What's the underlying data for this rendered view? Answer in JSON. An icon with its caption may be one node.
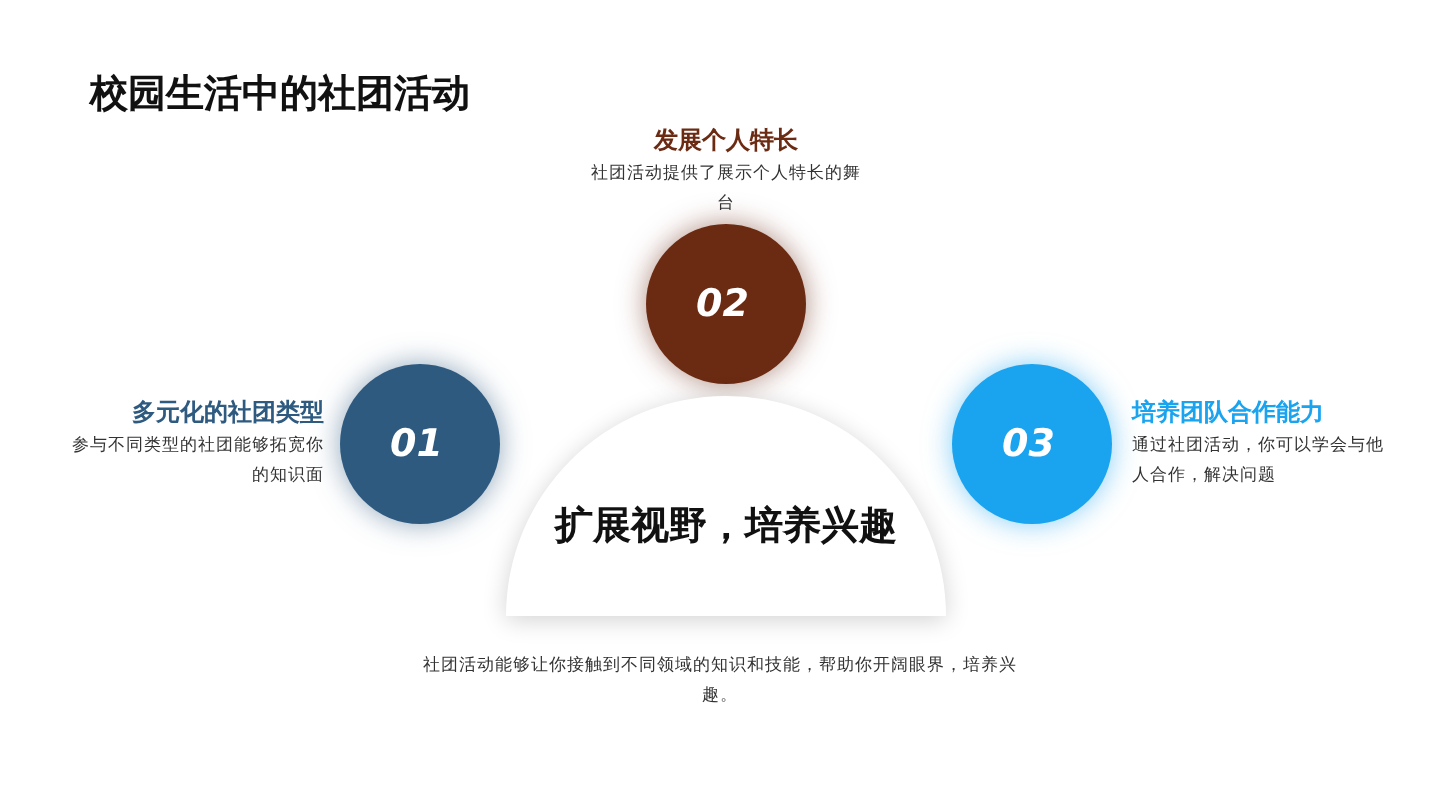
{
  "diagram": {
    "title": "校园生活中的社团活动",
    "nodes": [
      {
        "text": [
          "01"
        ],
        "beside": [
          "多元化的社团类型",
          "参与不同类型的社团能够拓宽你的知识面"
        ]
      },
      {
        "text": [
          "02"
        ],
        "beside": [
          "发展个人特长",
          "社团活动提供了展示个人特长的舞台"
        ]
      },
      {
        "text": [
          "03"
        ],
        "beside": [
          "培养团队合作能力",
          "通过社团活动，你可以学会与他人合作，解决问题"
        ]
      },
      {
        "text": [
          "扩展视野，培养兴趣"
        ],
        "beside": [
          "社团活动能够让你接触到不同领域的知识和技能，帮助你开阔眼界，培养兴趣。"
        ]
      }
    ],
    "edges": []
  }
}
